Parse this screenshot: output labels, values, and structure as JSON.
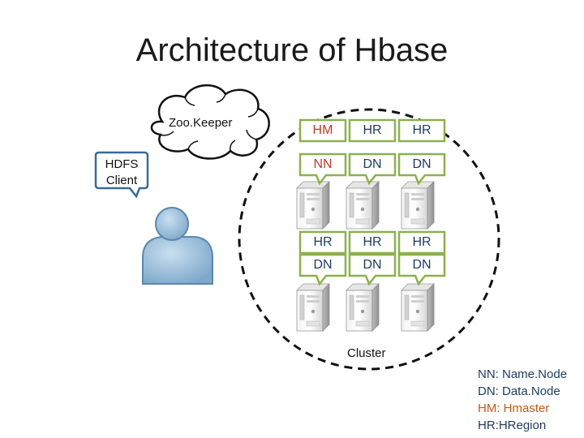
{
  "title": "Architecture of Hbase",
  "zookeeper": {
    "label": "Zoo.Keeper"
  },
  "client": {
    "label_line1": "HDFS",
    "label_line2": "Client"
  },
  "cluster": {
    "label": "Cluster",
    "nodes": [
      {
        "top": "HM",
        "bottom": "NN",
        "top_color": "#c0392b",
        "bottom_color": "#c0392b"
      },
      {
        "top": "HR",
        "bottom": "DN",
        "top_color": "#1f3a5f",
        "bottom_color": "#1f3a5f"
      },
      {
        "top": "HR",
        "bottom": "DN",
        "top_color": "#1f3a5f",
        "bottom_color": "#1f3a5f"
      },
      {
        "top": "HR",
        "bottom": "DN",
        "top_color": "#1f3a5f",
        "bottom_color": "#1f3a5f"
      },
      {
        "top": "HR",
        "bottom": "DN",
        "top_color": "#1f3a5f",
        "bottom_color": "#1f3a5f"
      },
      {
        "top": "HR",
        "bottom": "DN",
        "top_color": "#1f3a5f",
        "bottom_color": "#1f3a5f"
      }
    ]
  },
  "legend": {
    "nn": "NN: Name.Node",
    "dn": "DN: Data.Node",
    "hm": "HM: Hmaster",
    "hr": "HR:HRegion"
  },
  "colors": {
    "box_border": "#8db04e",
    "callout_border": "#3a6a9a",
    "person": "#8fb6d3",
    "person_outline": "#5b87ad",
    "accent_red": "#c0392b",
    "accent_orange": "#c55a11"
  }
}
